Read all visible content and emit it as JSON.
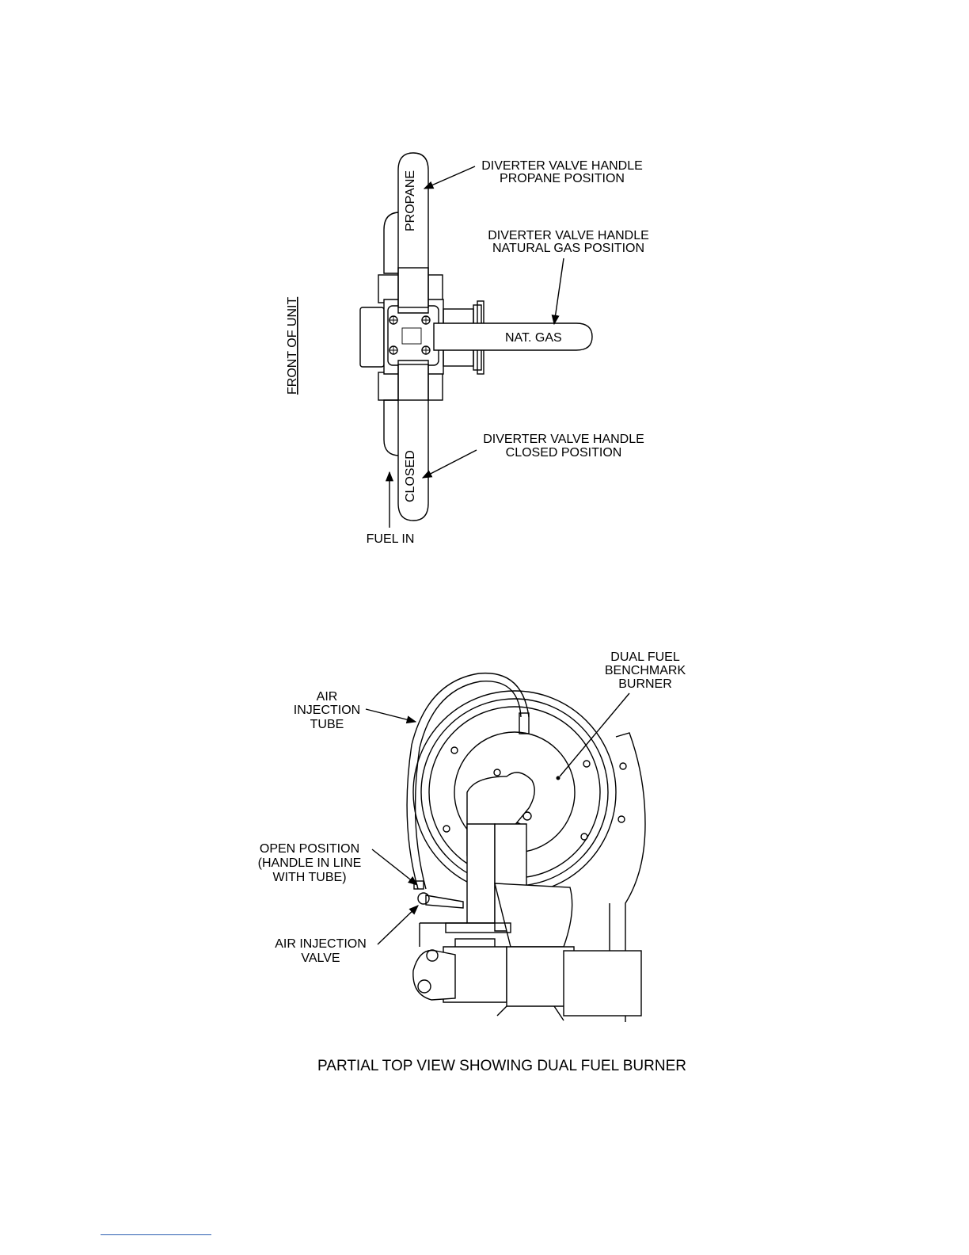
{
  "valve_diagram": {
    "handle_labels": {
      "propane": "PROPANE",
      "natural_gas": "NAT. GAS",
      "closed": "CLOSED"
    },
    "callouts": {
      "propane_line1": "DIVERTER VALVE HANDLE",
      "propane_line2": "PROPANE POSITION",
      "natgas_line1": "DIVERTER VALVE HANDLE",
      "natgas_line2": "NATURAL GAS POSITION",
      "closed_line1": "DIVERTER VALVE HANDLE",
      "closed_line2": "CLOSED POSITION",
      "fuel_in": "FUEL IN",
      "front_of_unit": "FRONT OF UNIT"
    }
  },
  "burner_diagram": {
    "callouts": {
      "burner_line1": "DUAL FUEL",
      "burner_line2": "BENCHMARK",
      "burner_line3": "BURNER",
      "tube_line1": "AIR",
      "tube_line2": "INJECTION",
      "tube_line3": "TUBE",
      "open_line1": "OPEN POSITION",
      "open_line2": "(HANDLE IN LINE",
      "open_line3": "WITH TUBE)",
      "valve_line1": "AIR INJECTION",
      "valve_line2": "VALVE"
    },
    "caption": "PARTIAL TOP VIEW SHOWING DUAL FUEL BURNER"
  }
}
